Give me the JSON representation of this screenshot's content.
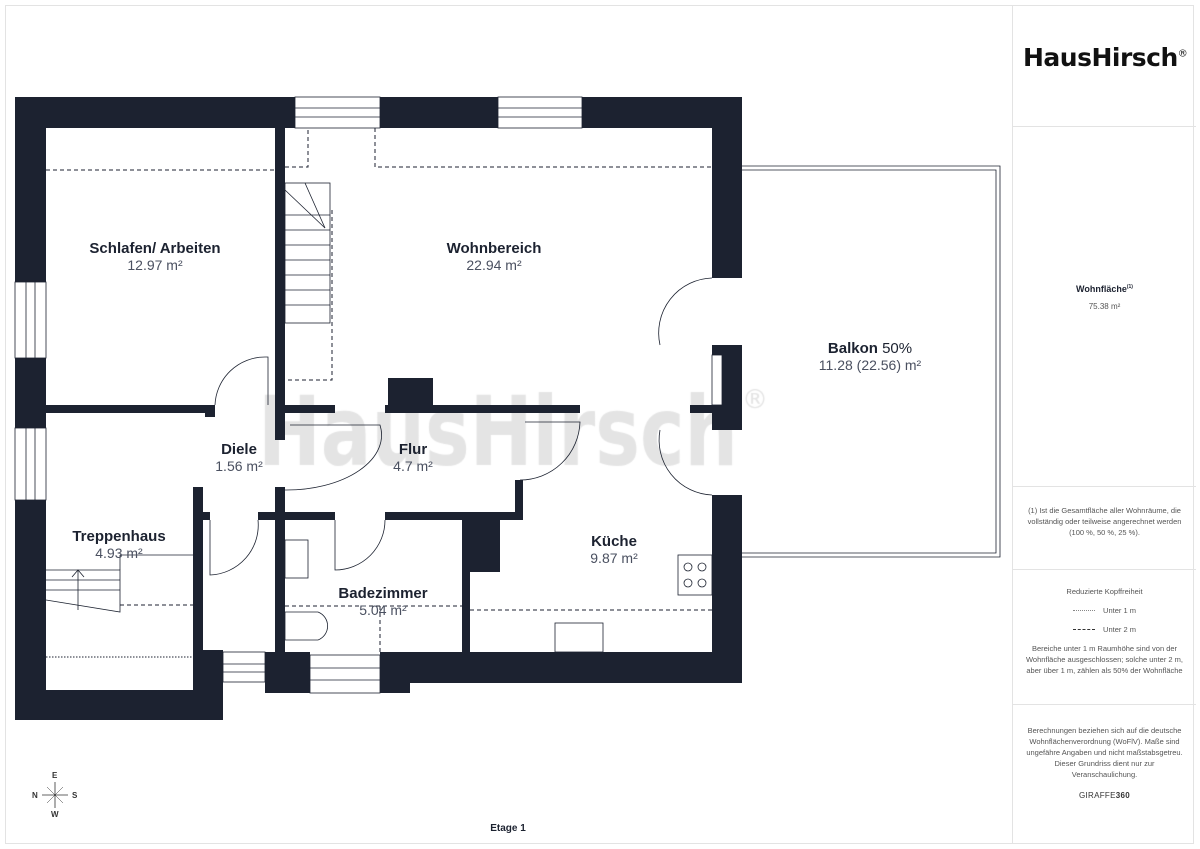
{
  "brand": {
    "name": "HausHirsch",
    "registered": "®"
  },
  "watermark": {
    "text": "HausHirsch",
    "registered": "®"
  },
  "rooms": [
    {
      "name": "Schlafen/ Arbeiten",
      "area": "12.97 m²"
    },
    {
      "name": "Wohnbereich",
      "area": "22.94 m²"
    },
    {
      "name": "Balkon",
      "suffix": " 50%",
      "area": "11.28 (22.56) m²"
    },
    {
      "name": "Diele",
      "area": "1.56 m²"
    },
    {
      "name": "Flur",
      "area": "4.7 m²"
    },
    {
      "name": "Treppenhaus",
      "area": "4.93 m²"
    },
    {
      "name": "Küche",
      "area": "9.87 m²"
    },
    {
      "name": "Badezimmer",
      "area": "5.04 m²"
    }
  ],
  "compass": {
    "n": "N",
    "e": "E",
    "s": "S",
    "w": "W"
  },
  "floor_label": "Etage 1",
  "summary": {
    "label": "Wohnfläche",
    "footnote_mark": "(1)",
    "value": "75.38 m²"
  },
  "footnote": "(1) Ist die Gesamtfläche aller Wohnräume, die vollständig oder teilweise angerechnet werden (100 %, 50 %, 25 %).",
  "legend": {
    "title": "Reduzierte Kopffreiheit",
    "items": [
      {
        "label": "Unter 1 m",
        "style": "dotted"
      },
      {
        "label": "Unter 2 m",
        "style": "dashed"
      }
    ],
    "note": "Bereiche unter 1 m Raumhöhe sind von der Wohnfläche ausgeschlossen; solche unter 2 m, aber über 1 m, zählen als 50% der Wohnfläche"
  },
  "disclaimer": "Berechnungen beziehen sich auf die deutsche Wohnflächenverordnung (WoFlV). Maße sind ungefähre Angaben und nicht maßstabsgetreu. Dieser Grundriss dient nur zur Veranschaulichung.",
  "credit": {
    "prefix": "GIRAFFE",
    "suffix": "360"
  },
  "colors": {
    "wall": "#1c2230",
    "divider": "#e3e3e3",
    "watermark": "#e4e4e4"
  }
}
